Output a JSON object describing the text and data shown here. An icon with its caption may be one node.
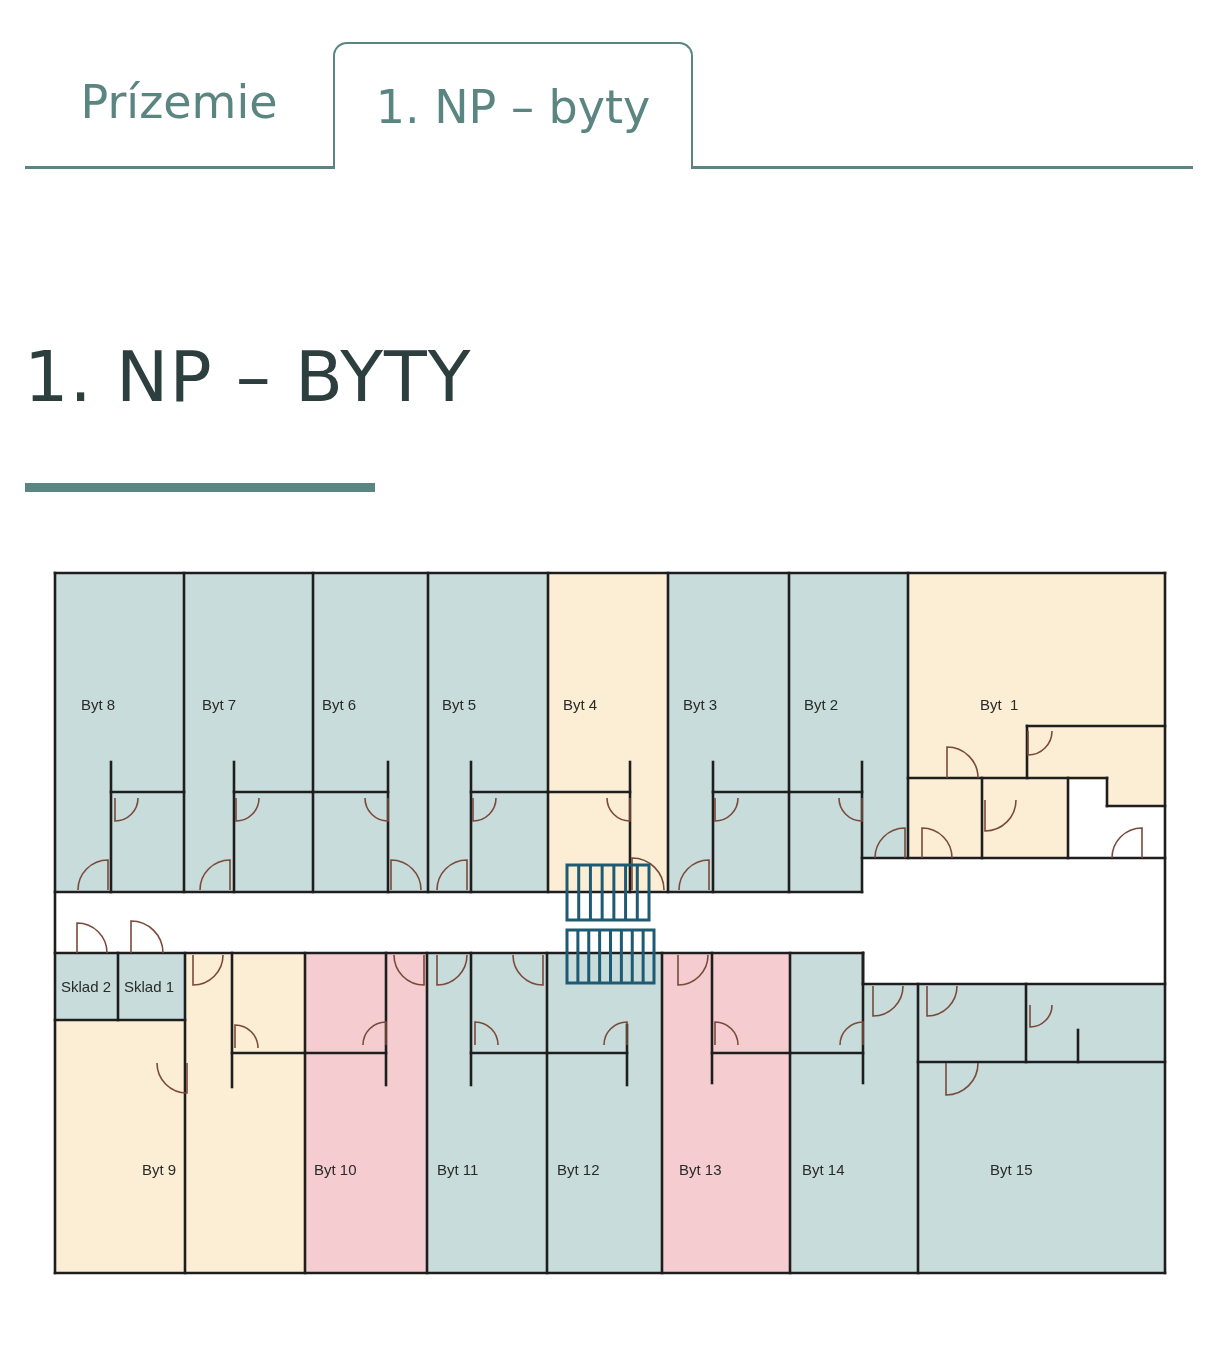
{
  "diagram": {
    "title": "1. NP – BYTY",
    "nodes": [
      {
        "text": [
          "Byt 8"
        ]
      },
      {
        "text": [
          "Byt 7"
        ]
      },
      {
        "text": [
          "Byt 6"
        ]
      },
      {
        "text": [
          "Byt 5"
        ]
      },
      {
        "text": [
          "Byt 4"
        ]
      },
      {
        "text": [
          "Byt 3"
        ]
      },
      {
        "text": [
          "Byt 2"
        ]
      },
      {
        "text": [
          "Byt  1"
        ]
      },
      {
        "text": [
          "Sklad 2"
        ]
      },
      {
        "text": [
          "Sklad 1"
        ]
      },
      {
        "text": [
          "Byt 9"
        ]
      },
      {
        "text": [
          "Byt 10"
        ]
      },
      {
        "text": [
          "Byt 11"
        ]
      },
      {
        "text": [
          "Byt 12"
        ]
      },
      {
        "text": [
          "Byt 13"
        ]
      },
      {
        "text": [
          "Byt 14"
        ]
      },
      {
        "text": [
          "Byt 15"
        ]
      }
    ],
    "labels": [
      "Prízemie",
      "1. NP – byty"
    ]
  }
}
